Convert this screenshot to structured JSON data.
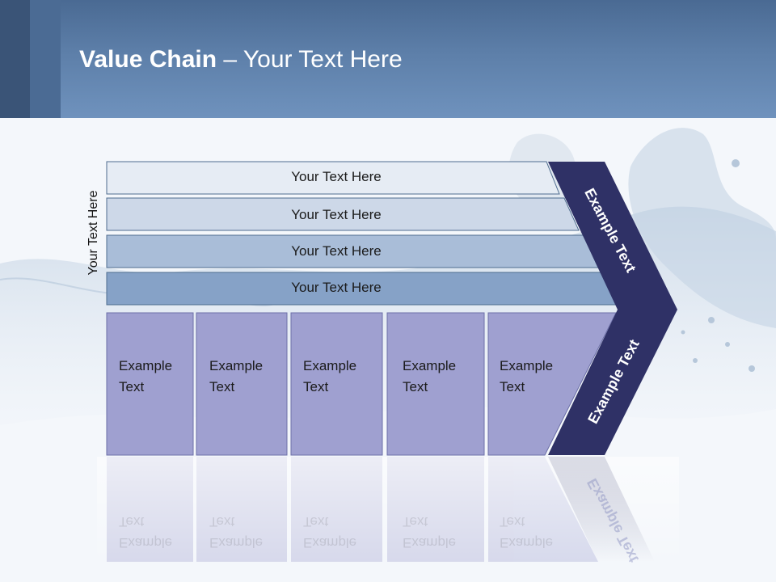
{
  "title": {
    "bold": "Value Chain",
    "rest": " – Your Text Here"
  },
  "side_label": "Your Text Here",
  "bars": [
    {
      "label": "Your Text Here"
    },
    {
      "label": "Your Text Here"
    },
    {
      "label": "Your Text Here"
    },
    {
      "label": "Your Text Here"
    }
  ],
  "boxes": [
    {
      "line1": "Example",
      "line2": "Text"
    },
    {
      "line1": "Example",
      "line2": "Text"
    },
    {
      "line1": "Example",
      "line2": "Text"
    },
    {
      "line1": "Example",
      "line2": "Text"
    },
    {
      "line1": "Example",
      "line2": "Text"
    }
  ],
  "arrow": {
    "upper": "Example Text",
    "lower": "Example Text"
  },
  "colors": {
    "bar_fills": [
      "#e6ecf4",
      "#cdd8e8",
      "#a9bdd8",
      "#86a2c7"
    ],
    "box_fill": "#9fa0d0",
    "arrow_fill": "#2f3166"
  }
}
